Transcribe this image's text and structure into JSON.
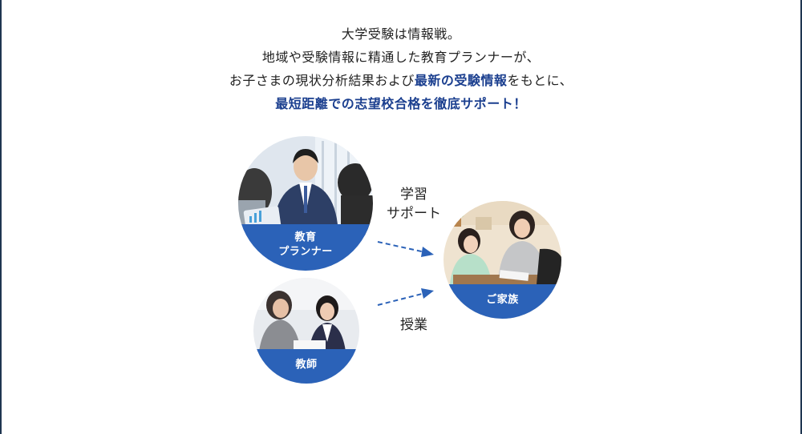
{
  "intro": {
    "line1": "大学受験は情報戦。",
    "line2": "地域や受験情報に精通した教育プランナーが、",
    "line3_a": "お子さまの現状分析結果および",
    "line3_highlight": "最新の受験情報",
    "line3_b": "をもとに、",
    "line4": "最短距離での志望校合格を徹底サポート！"
  },
  "nodes": {
    "planner": {
      "label_line1": "教育",
      "label_line2": "プランナー"
    },
    "teacher": {
      "label": "教師"
    },
    "family": {
      "label": "ご家族"
    }
  },
  "arrows": {
    "support_line1": "学習",
    "support_line2": "サポート",
    "class_label": "授業"
  },
  "colors": {
    "accent_blue": "#2b62b8",
    "highlight_navy": "#1b3f8f",
    "frame": "#1f3550"
  }
}
